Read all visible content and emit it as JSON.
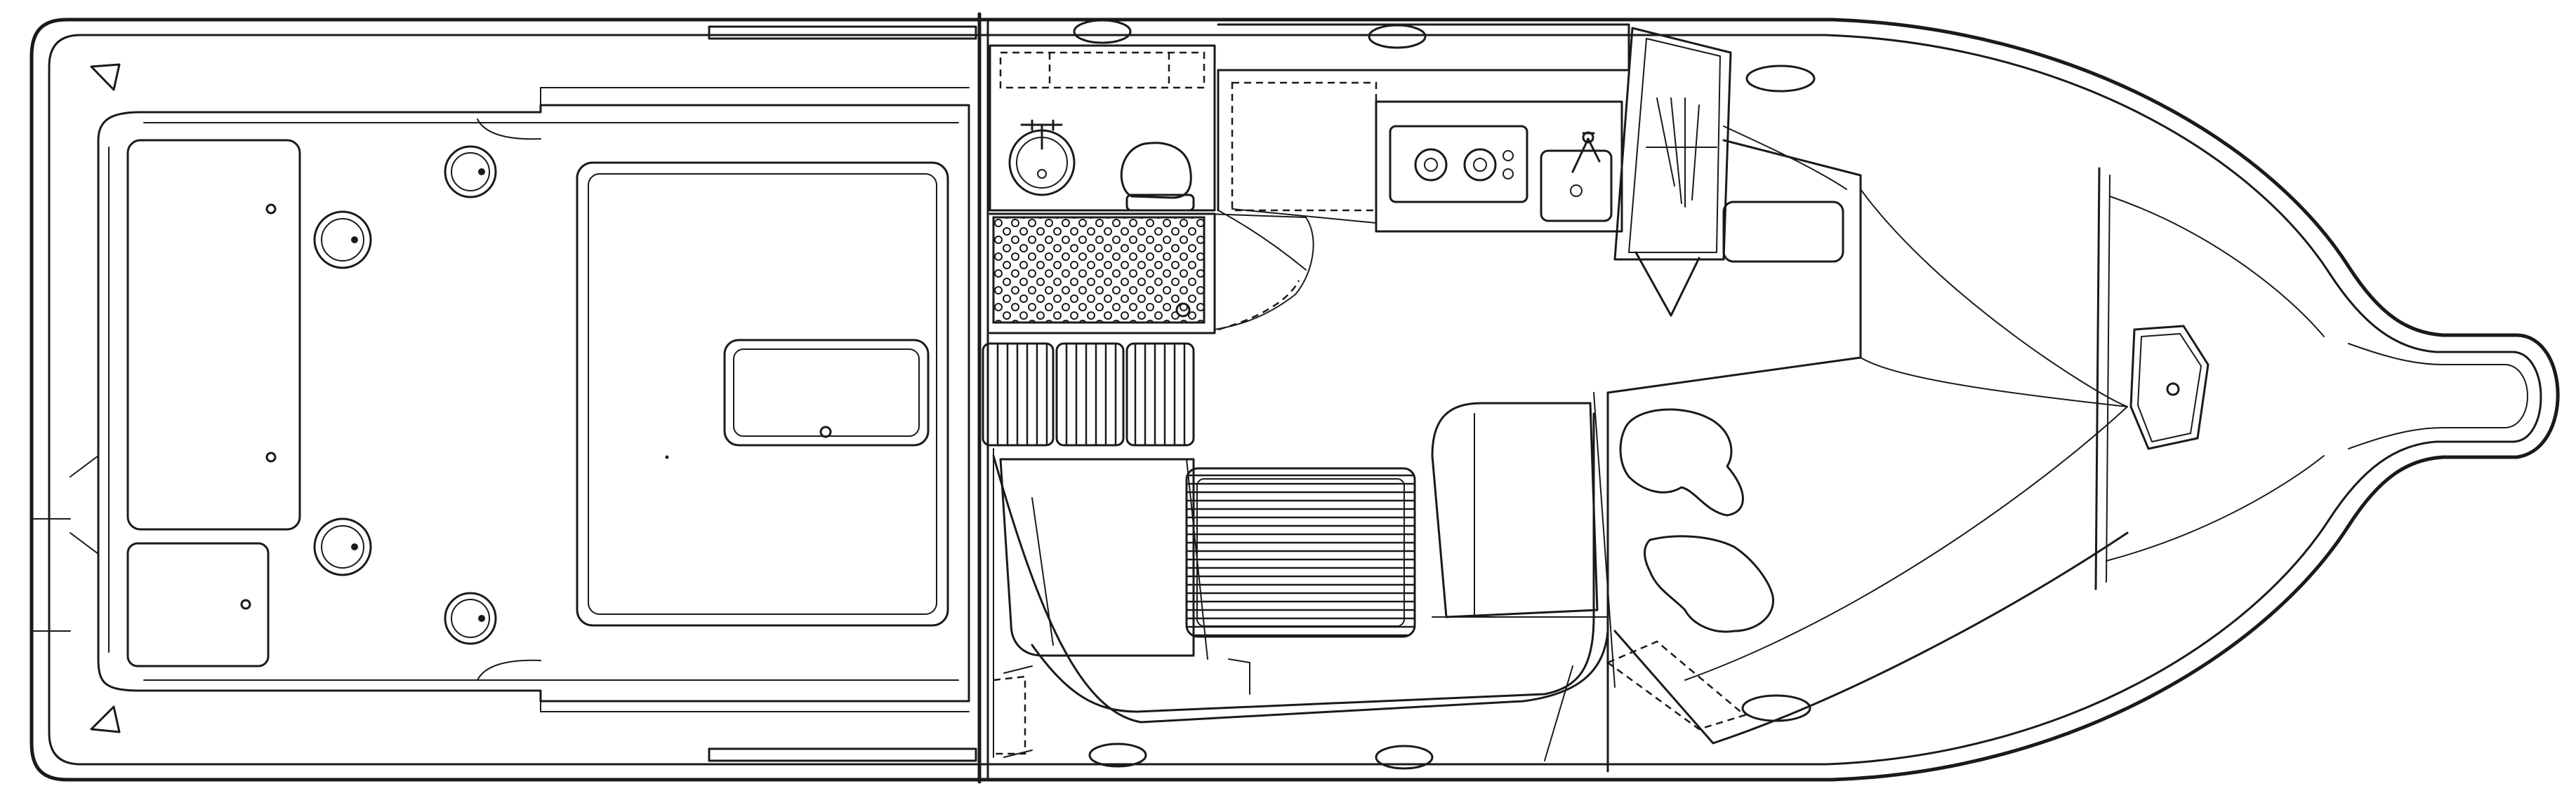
{
  "figure": {
    "kind": "boat deck layout line drawing",
    "line_color": "#1a1a1a",
    "background_color": "#ffffff",
    "labels": []
  },
  "features": {
    "cockpit": [
      "cockpit-hatch-port",
      "cockpit-hatch-starboard",
      "cockpit-drains",
      "engine-hatch",
      "access-hatch"
    ],
    "cabin": [
      "head-sink",
      "head-toilet",
      "nonskid-floor",
      "galley-stove",
      "galley-sink",
      "dinette",
      "dinette-table",
      "berth-cushions"
    ],
    "bow": [
      "bow-hatch",
      "bow-pulpit"
    ]
  }
}
